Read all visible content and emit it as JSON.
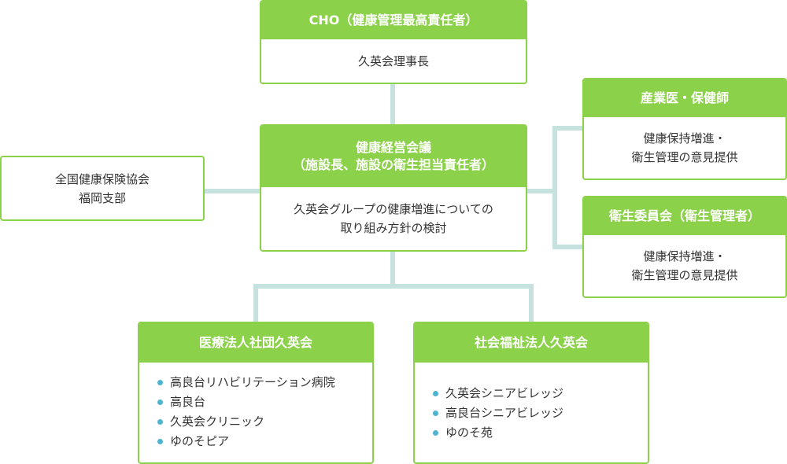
{
  "cho": {
    "title": "CHO（健康管理最高責任者）",
    "body": "久英会理事長"
  },
  "council": {
    "title_line1": "健康経営会議",
    "title_line2": "（施設長、施設の衛生担当責任者）",
    "body_line1": "久英会グループの健康増進についての",
    "body_line2": "取り組み方針の検討"
  },
  "kyokai": {
    "line1": "全国健康保険協会",
    "line2": "福岡支部"
  },
  "doctor": {
    "title": "産業医・保健師",
    "body_line1": "健康保持増進・",
    "body_line2": "衛生管理の意見提供"
  },
  "committee": {
    "title": "衛生委員会（衛生管理者）",
    "body_line1": "健康保持増進・",
    "body_line2": "衛生管理の意見提供"
  },
  "medical": {
    "title": "医療法人社団久英会",
    "items": [
      "高良台リハビリテーション病院",
      "高良台",
      "久英会クリニック",
      "ゆのそピア"
    ]
  },
  "welfare": {
    "title": "社会福祉法人久英会",
    "items": [
      "久英会シニアビレッジ",
      "高良台シニアビレッジ",
      "ゆのそ苑"
    ]
  },
  "colors": {
    "header_green": "#8cd14a",
    "connector": "#c6e2df",
    "bullet": "#4fb4cf"
  }
}
